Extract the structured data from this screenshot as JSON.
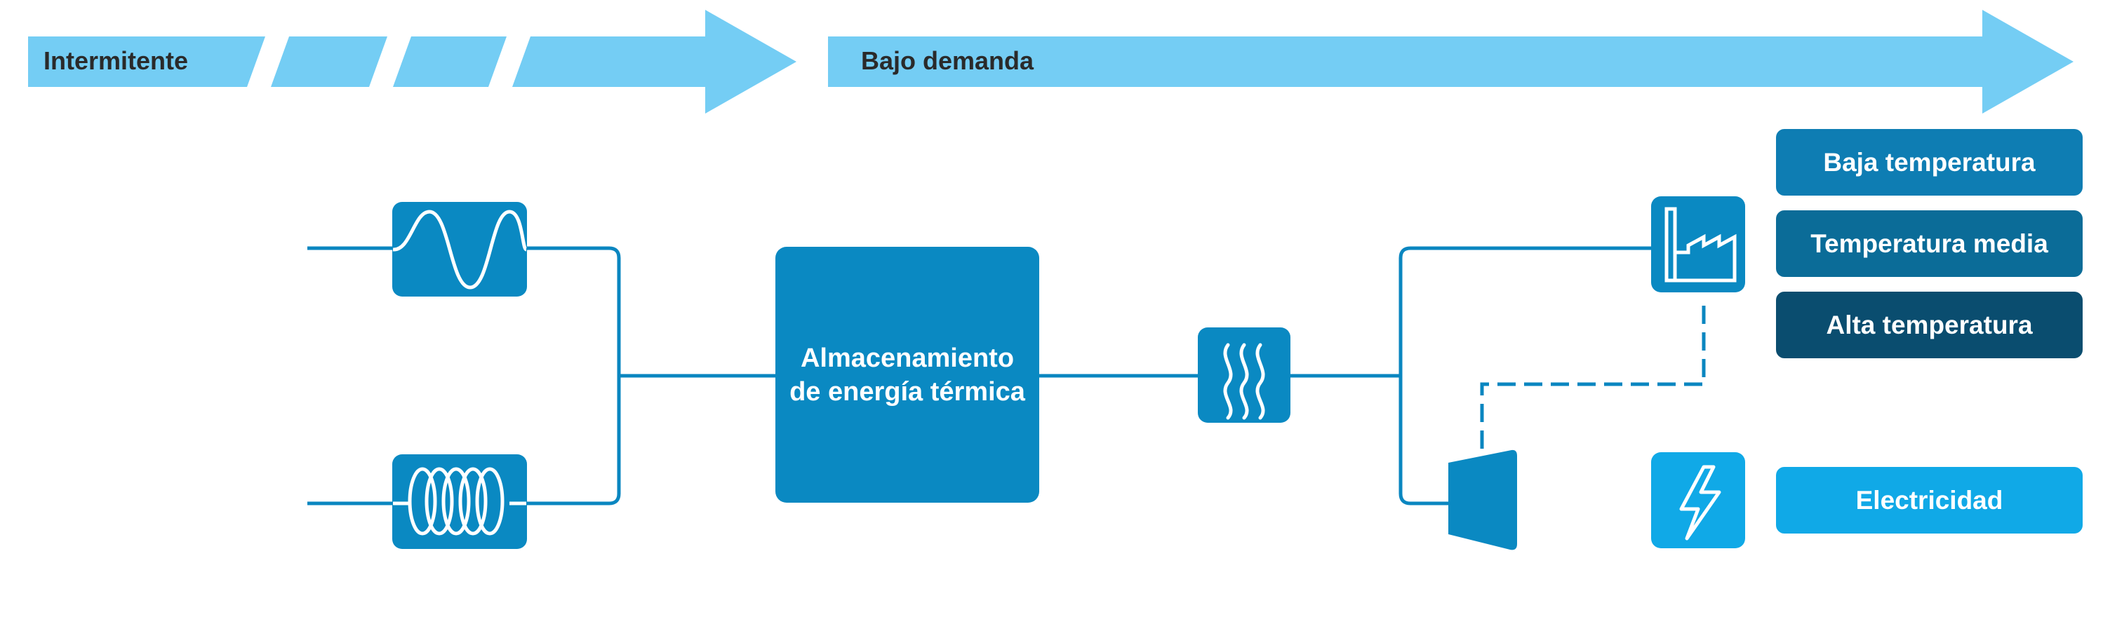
{
  "banners": {
    "intermittent": "Intermitente",
    "on_demand": "Bajo demanda"
  },
  "storage": {
    "label": "Almacenamiento de energía térmica"
  },
  "outputs": {
    "low_temp": "Baja temperatura",
    "medium_temp": "Temperatura media",
    "high_temp": "Alta temperatura",
    "electricity": "Electricidad"
  },
  "icons": {
    "wave": "sine-wave-icon",
    "coil": "heating-coil-icon",
    "heat": "heat-waves-icon",
    "factory": "factory-icon",
    "turbine": "turbine-icon",
    "bolt": "lightning-bolt-icon"
  },
  "colors": {
    "banner": "#74cdf4",
    "line": "#0a86c0",
    "box": "#0a89c2",
    "low_temp": "#0e7db3",
    "medium_temp": "#0b6c98",
    "high_temp": "#0a4d6f",
    "electricity": "#10a9e7"
  }
}
